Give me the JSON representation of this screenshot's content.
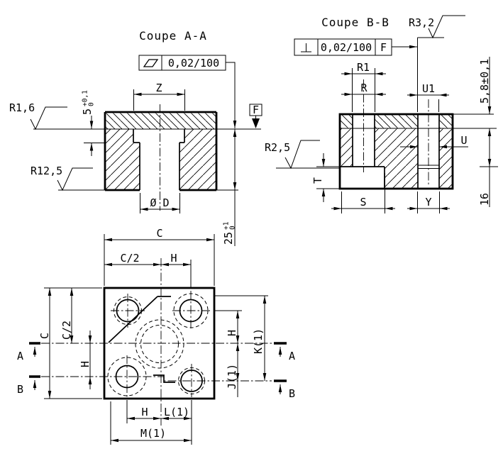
{
  "section_aa": {
    "title": "Coupe A-A",
    "flatness_value": "0,02/100",
    "datum_label": "F",
    "dims": {
      "z": "Z",
      "d": "Ø D",
      "depth": {
        "value": "5",
        "upper": "+0,1",
        "lower": "0"
      },
      "height": {
        "value": "25",
        "upper": "+1",
        "lower": "0"
      }
    },
    "roughness": {
      "r16": "R1,6",
      "r125": "R12,5"
    }
  },
  "section_bb": {
    "title": "Coupe B-B",
    "perp_value": "0,02/100",
    "perp_datum": "F",
    "dims": {
      "r1": "R1",
      "r": "R",
      "u1": "U1",
      "u": "U",
      "t": "T",
      "s": "S",
      "y": "Y",
      "band": "5,8±0,1",
      "depth16": "16"
    },
    "roughness": {
      "r32": "R3,2",
      "r25": "R2,5"
    }
  },
  "plan": {
    "dims": {
      "c_top": "C",
      "c2_top": "C/2",
      "h_top": "H",
      "c_left": "C",
      "c2_left": "C/2",
      "h_left": "H",
      "h_bottom": "H",
      "l1": "L(1)",
      "m1": "M(1)",
      "h_right": "H",
      "k1": "K(1)",
      "j1": "J(1)"
    },
    "cuts": {
      "a": "A",
      "b": "B"
    }
  },
  "symbols": {
    "flatness": "parallelogram",
    "perpendicularity": "inverted-T",
    "roughness": "check-mark"
  }
}
